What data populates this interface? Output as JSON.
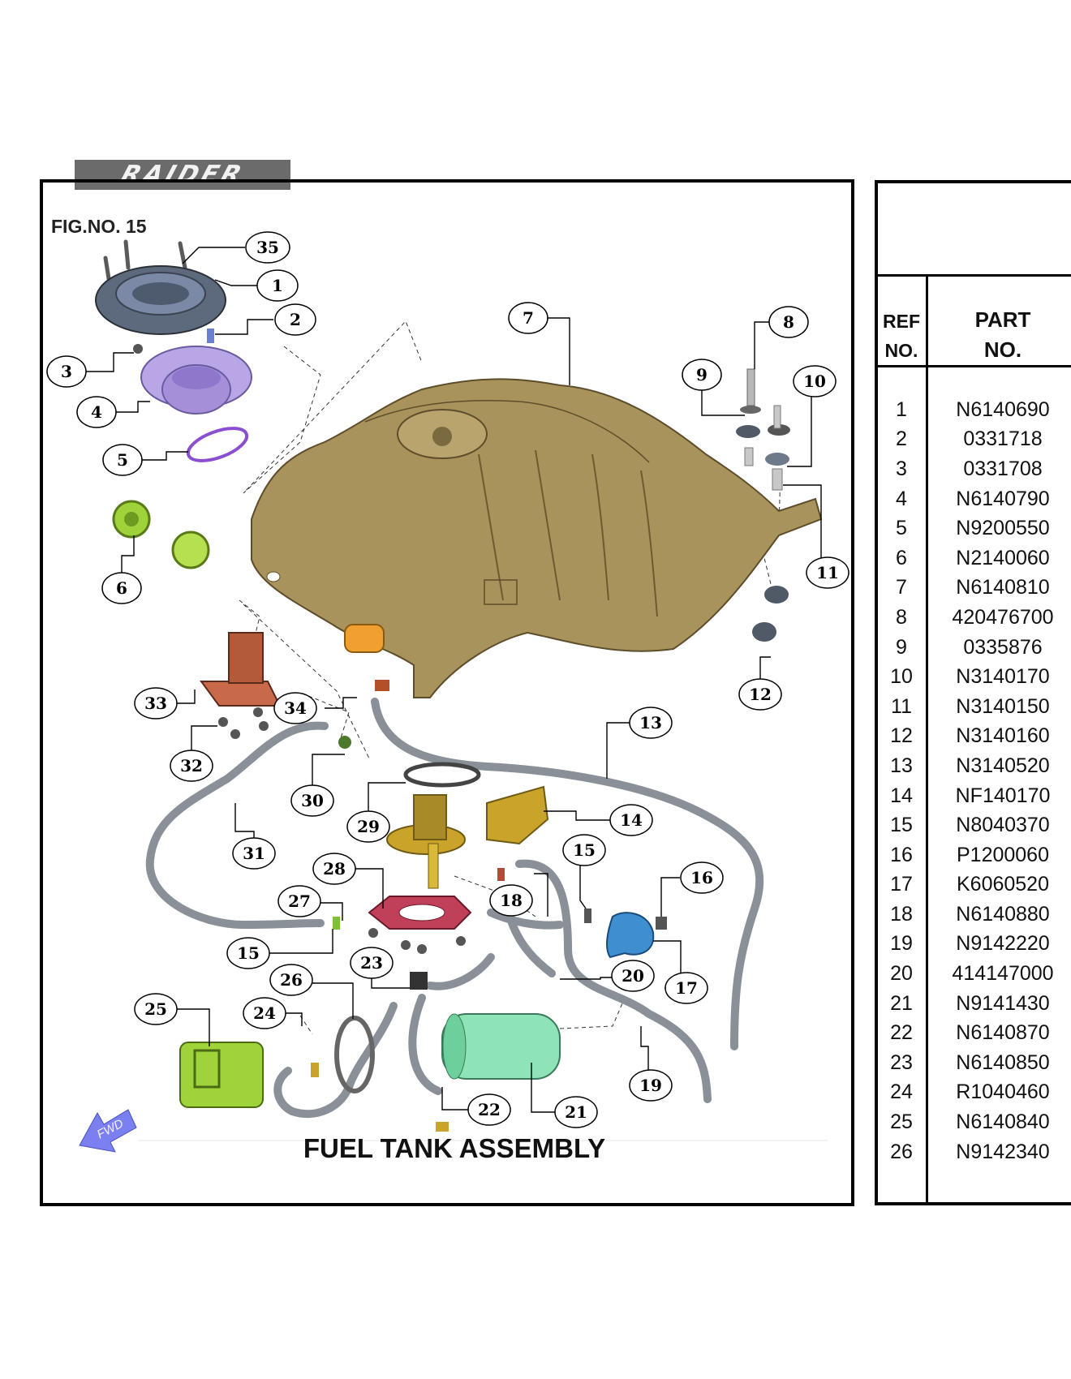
{
  "brand": {
    "logo_text": "RAIDER"
  },
  "figure": {
    "fig_no": "FIG.NO. 15",
    "title": "FUEL TANK ASSEMBLY",
    "direction_label": "FWD"
  },
  "callouts": [
    "35",
    "1",
    "2",
    "3",
    "4",
    "5",
    "6",
    "7",
    "8",
    "9",
    "10",
    "11",
    "12",
    "13",
    "14",
    "15",
    "16",
    "17",
    "18",
    "19",
    "20",
    "21",
    "22",
    "23",
    "24",
    "25",
    "26",
    "27",
    "28",
    "29",
    "30",
    "31",
    "32",
    "33",
    "34",
    "15"
  ],
  "colors": {
    "tank": "#a8935c",
    "cap": "#5d6a7e",
    "adapter": "#b9a6e6",
    "oring": "#8a4fd0",
    "green_part": "#9fd33a",
    "pump_flange": "#c9a32a",
    "canister": "#8fe3b8",
    "blue_valve": "#3f8fd0",
    "bracket_red": "#c0405a",
    "orange_part": "#f0a030",
    "hose": "#8a9098",
    "fwd_arrow": "#7b80f0"
  },
  "table": {
    "header_ref": [
      "REF",
      "NO."
    ],
    "header_part": [
      "PART",
      "NO."
    ],
    "rows": [
      {
        "ref": "1",
        "part_no": "N6140690"
      },
      {
        "ref": "2",
        "part_no": "0331718"
      },
      {
        "ref": "3",
        "part_no": "0331708"
      },
      {
        "ref": "4",
        "part_no": "N6140790"
      },
      {
        "ref": "5",
        "part_no": "N9200550"
      },
      {
        "ref": "6",
        "part_no": "N2140060"
      },
      {
        "ref": "7",
        "part_no": "N6140810"
      },
      {
        "ref": "8",
        "part_no": "420476700"
      },
      {
        "ref": "9",
        "part_no": "0335876"
      },
      {
        "ref": "10",
        "part_no": "N3140170"
      },
      {
        "ref": "11",
        "part_no": "N3140150"
      },
      {
        "ref": "12",
        "part_no": "N3140160"
      },
      {
        "ref": "13",
        "part_no": "N3140520"
      },
      {
        "ref": "14",
        "part_no": "NF140170"
      },
      {
        "ref": "15",
        "part_no": "N8040370"
      },
      {
        "ref": "16",
        "part_no": "P1200060"
      },
      {
        "ref": "17",
        "part_no": "K6060520"
      },
      {
        "ref": "18",
        "part_no": "N6140880"
      },
      {
        "ref": "19",
        "part_no": "N9142220"
      },
      {
        "ref": "20",
        "part_no": "414147000"
      },
      {
        "ref": "21",
        "part_no": "N9141430"
      },
      {
        "ref": "22",
        "part_no": "N6140870"
      },
      {
        "ref": "23",
        "part_no": "N6140850"
      },
      {
        "ref": "24",
        "part_no": "R1040460"
      },
      {
        "ref": "25",
        "part_no": "N6140840"
      },
      {
        "ref": "26",
        "part_no": "N9142340"
      }
    ]
  }
}
